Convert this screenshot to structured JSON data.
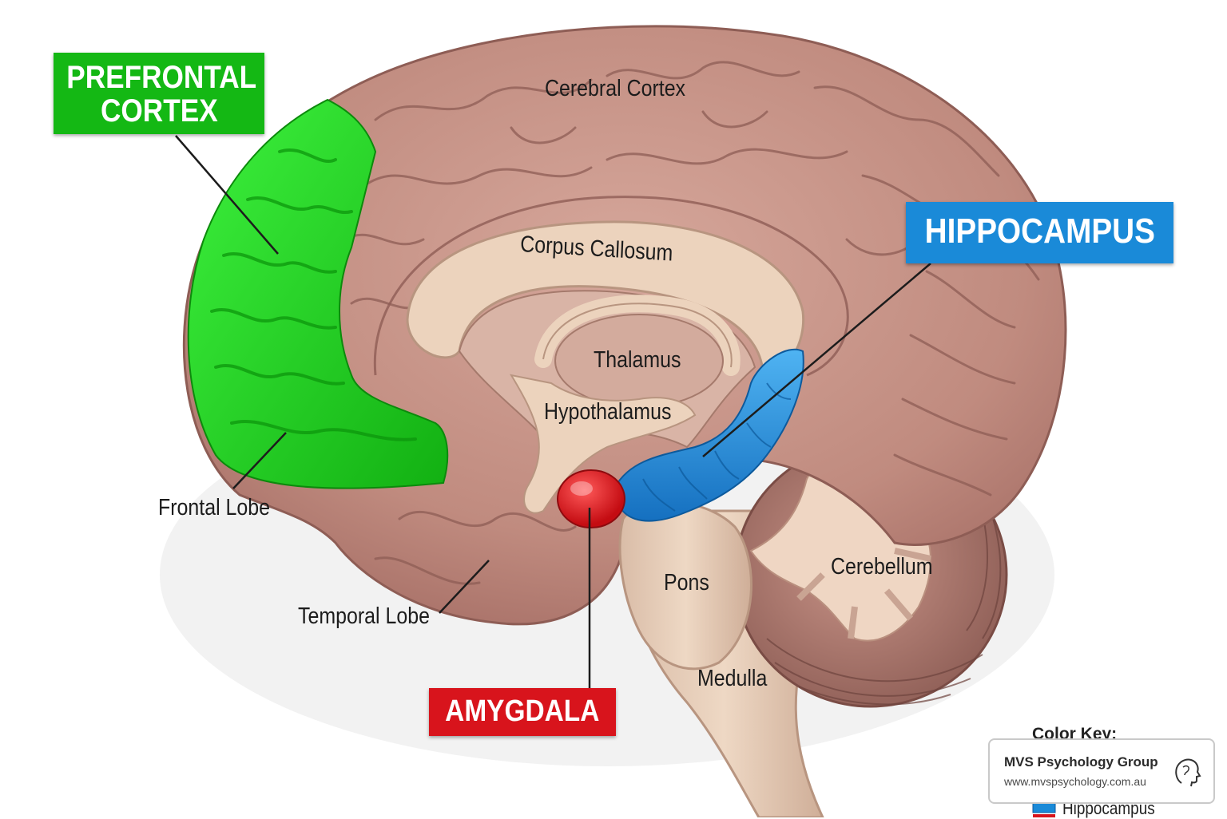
{
  "labels": {
    "cerebral_cortex": "Cerebral Cortex",
    "corpus_callosum": "Corpus Callosum",
    "thalamus": "Thalamus",
    "hypothalamus": "Hypothalamus",
    "frontal_lobe": "Frontal Lobe",
    "temporal_lobe": "Temporal Lobe",
    "pons": "Pons",
    "medulla": "Medulla",
    "cerebellum": "Cerebellum"
  },
  "callouts": {
    "prefrontal_line1": "PREFRONTAL",
    "prefrontal_line2": "CORTEX",
    "hippocampus": "HIPPOCAMPUS",
    "amygdala": "AMYGDALA"
  },
  "legend": {
    "title": "Color Key:",
    "hippocampus": "Hippocampus"
  },
  "watermark": {
    "name": "MVS Psychology Group",
    "url": "www.mvspsychology.com.au"
  },
  "colors": {
    "brain": "#c48f84",
    "brain_dark": "#8e5d55",
    "prefrontal": "#1ecf1e",
    "hippocampus": "#1e8fe0",
    "amygdala": "#e3141c",
    "inner": "#ecd3bd",
    "callout_green": "#14b814",
    "callout_blue": "#1a8ad8",
    "callout_red": "#d8141c"
  },
  "icons": {
    "watermark_logo": "head-profile-icon"
  }
}
